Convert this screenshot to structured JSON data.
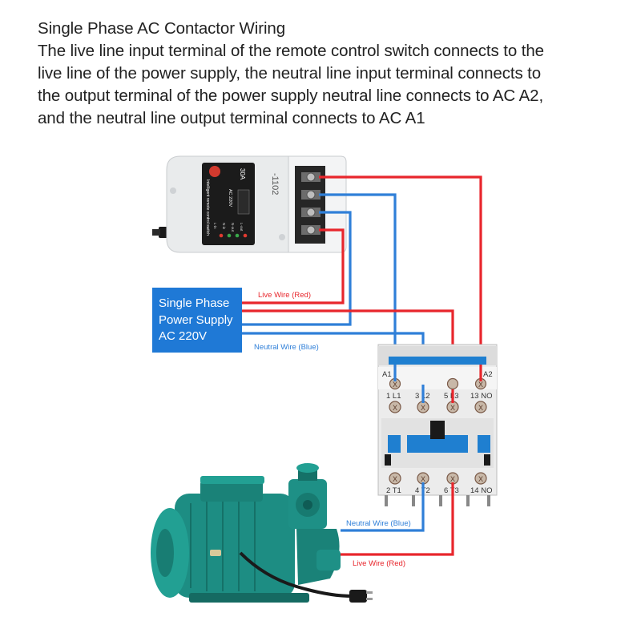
{
  "heading": {
    "title": "Single Phase AC Contactor Wiring",
    "lines": [
      "The live line input terminal of the remote control switch connects to the",
      "live line of the power supply, the neutral line input terminal connects to",
      "the output terminal of the power supply neutral line connects to AC A2,",
      "and the neutral line output terminal connects to AC A1"
    ]
  },
  "power_supply": {
    "lines": [
      "Single Phase",
      "Power Supply",
      "AC 220V"
    ]
  },
  "wire_labels": {
    "live_top": "Live Wire (Red)",
    "neutral_top": "Neutral Wire (Blue)",
    "neutral_bottom": "Neutral Wire (Blue)",
    "live_bottom": "Live Wire (Red)"
  },
  "remote_switch": {
    "rating": "30A",
    "voltage": "AC 220V",
    "model": "-1102",
    "product_name": "Intelligent remote control switch",
    "terminals": [
      "L-in",
      "N-in",
      "N-out",
      "L-out"
    ]
  },
  "contactor": {
    "coil_left": "A1",
    "coil_right": "A2",
    "top_terminals": [
      "1 L1",
      "3 L2",
      "5 L3",
      "13 NO"
    ],
    "bottom_terminals": [
      "2 T1",
      "4 T2",
      "6 T3",
      "14 NO"
    ]
  },
  "colors": {
    "live": "#e8262c",
    "neutral": "#2f7fd8",
    "supply_box": "#1f79d6",
    "motor": "#1d8d83",
    "contactor_body": "#ececec",
    "contactor_blue": "#1f7fd0"
  },
  "icons": [
    "terminal-screw-icon",
    "antenna-icon",
    "power-plug-icon"
  ]
}
